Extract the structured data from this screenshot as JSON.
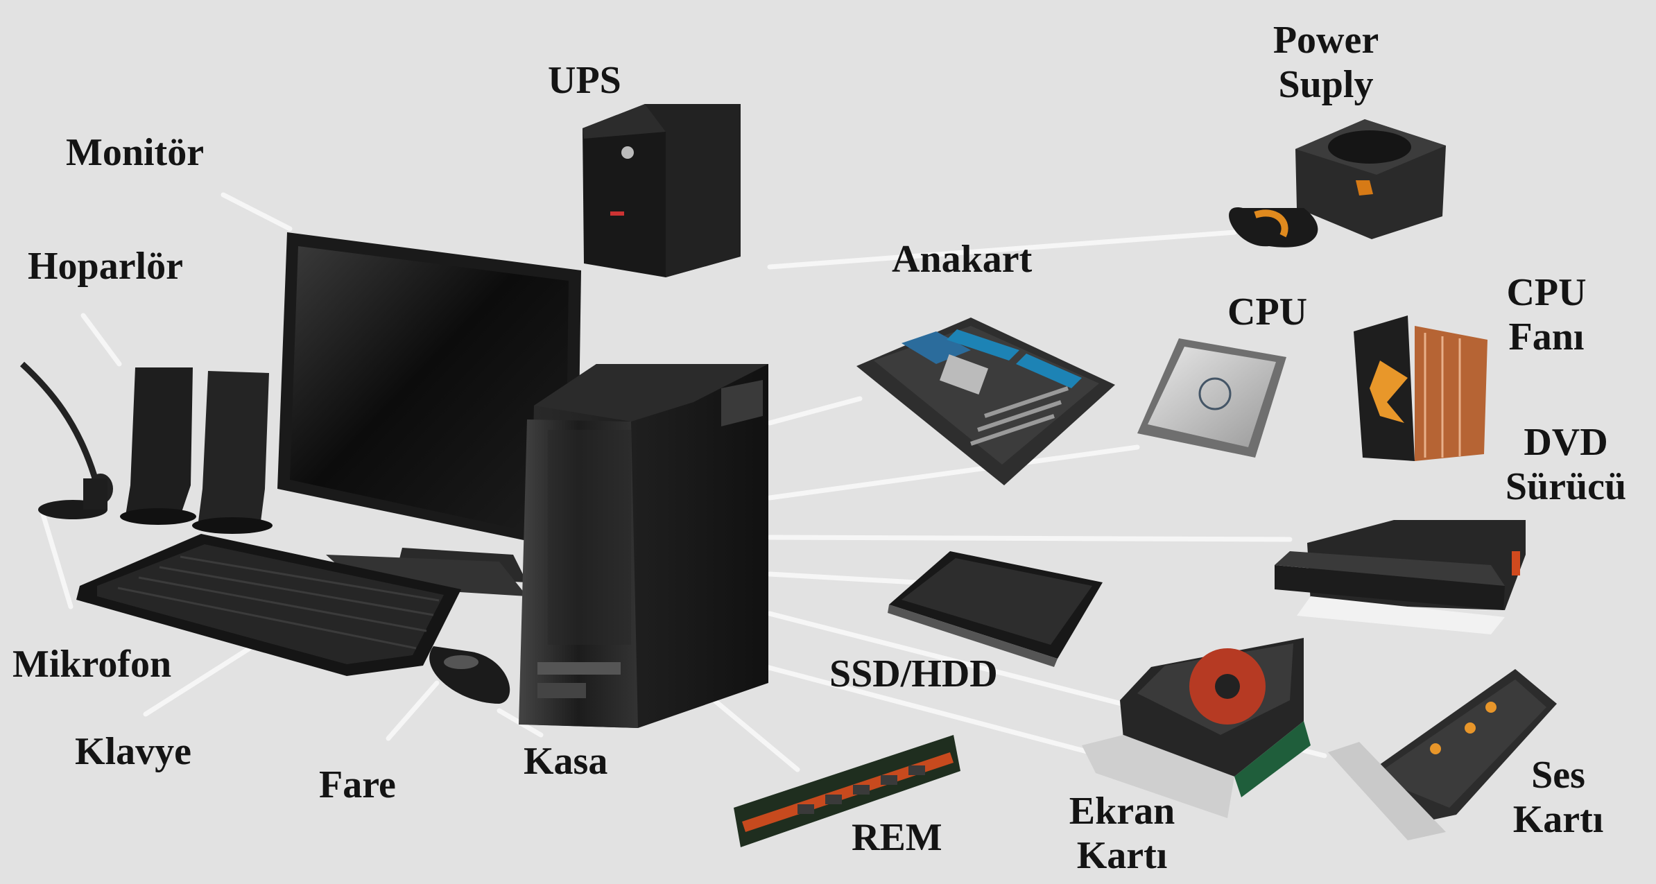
{
  "labels": {
    "ups": "UPS",
    "monitor": "Monitör",
    "speaker": "Hoparlör",
    "microphone": "Mikrofon",
    "keyboard": "Klavye",
    "mouse": "Fare",
    "case": "Kasa",
    "ram": "REM",
    "power_supply_line1": "Power",
    "power_supply_line2": "Suply",
    "motherboard": "Anakart",
    "cpu": "CPU",
    "cpu_fan_line1": "CPU",
    "cpu_fan_line2": "Fanı",
    "dvd_line1": "DVD",
    "dvd_line2": "Sürücü",
    "ssd_hdd": "SSD/HDD",
    "gpu_line1": "Ekran",
    "gpu_line2": "Kartı",
    "sound_line1": "Ses",
    "sound_line2": "Kartı"
  },
  "colors": {
    "background": "#e2e2e2",
    "connector_line": "#f5f5f5",
    "label_text": "#141414"
  }
}
